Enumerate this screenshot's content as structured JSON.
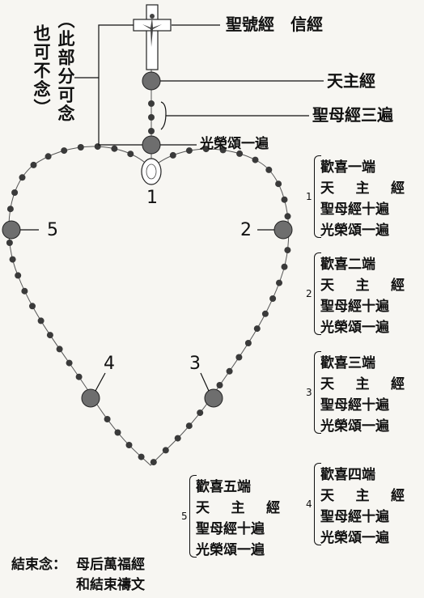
{
  "crucifix_label": "聖號經　信經",
  "our_father_label": "天主經",
  "hail_mary_label": "聖母經三遍",
  "glory_be_label": "光榮頌一遍",
  "optional_note": [
    "（此部分可念",
    "也可不念）"
  ],
  "center_number": "1",
  "bead_numbers": {
    "n1": "1",
    "n2": "2",
    "n3": "3",
    "n4": "4",
    "n5": "5"
  },
  "decades": [
    {
      "number": "1",
      "title": "歡喜一端",
      "line1": [
        "天",
        "主",
        "經"
      ],
      "line2": "聖母經十遍",
      "line3": "光榮頌一遍"
    },
    {
      "number": "2",
      "title": "歡喜二端",
      "line1": [
        "天",
        "主",
        "經"
      ],
      "line2": "聖母經十遍",
      "line3": "光榮頌一遍"
    },
    {
      "number": "3",
      "title": "歡喜三端",
      "line1": [
        "天",
        "主",
        "經"
      ],
      "line2": "聖母經十遍",
      "line3": "光榮頌一遍"
    },
    {
      "number": "4",
      "title": "歡喜四端",
      "line1": [
        "天",
        "主",
        "經"
      ],
      "line2": "聖母經十遍",
      "line3": "光榮頌一遍"
    },
    {
      "number": "5",
      "title": "歡喜五端",
      "line1": [
        "天",
        "主",
        "經"
      ],
      "line2": "聖母經十遍",
      "line3": "光榮頌一遍"
    }
  ],
  "closing_label": "結束念：",
  "closing_lines": [
    "母后萬福經",
    "和結束禱文"
  ],
  "colors": {
    "bead": "#3a3a3a",
    "large_bead": "#6e6e6e",
    "line": "#111111"
  }
}
